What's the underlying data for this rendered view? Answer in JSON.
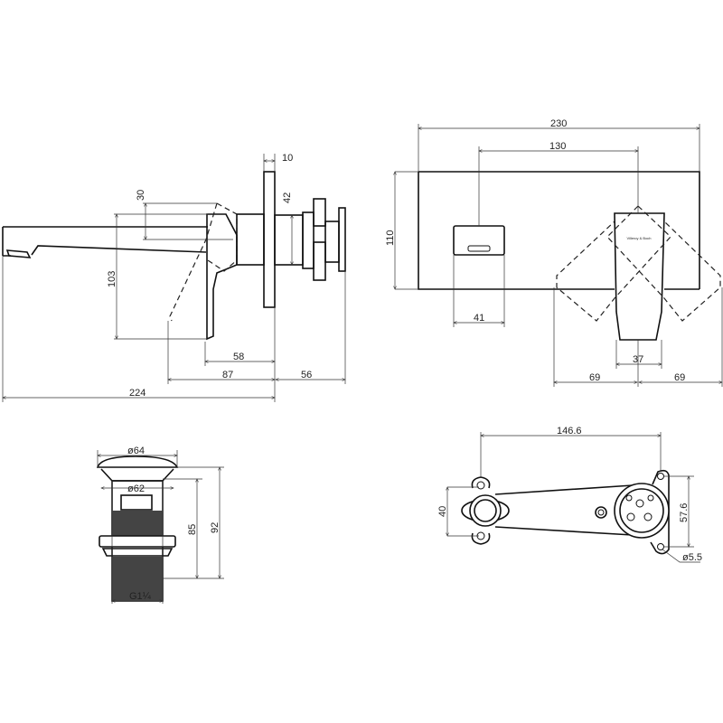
{
  "side_view": {
    "dims": {
      "plate_thickness": "10",
      "lever_offset": "30",
      "lever_height": "103",
      "body_diameter": "42",
      "lever_depth": "58",
      "lever_reach": "87",
      "wall_depth": "56",
      "spout_length": "224"
    }
  },
  "front_view": {
    "dims": {
      "plate_width": "230",
      "centre_distance": "130",
      "plate_height": "110",
      "diverter_width": "41",
      "lever_width": "37",
      "swing_left": "69",
      "swing_right": "69"
    },
    "logo_text": "Villeroy & Boch"
  },
  "waste_view": {
    "dims": {
      "cap_diameter": "ø64",
      "body_diameter": "ø62",
      "height_inner": "85",
      "height_total": "92",
      "thread": "G1¼"
    }
  },
  "bracket_view": {
    "dims": {
      "length": "146.6",
      "left_height": "40",
      "right_hole_spacing": "57.6",
      "hole_diameter": "ø5.5"
    }
  }
}
